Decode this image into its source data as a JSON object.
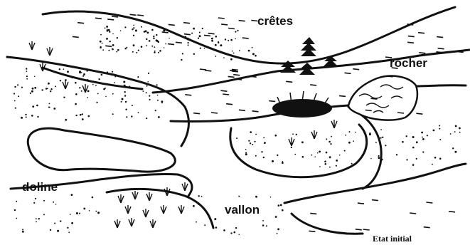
{
  "labels": {
    "cretes": "crêtes",
    "rocher": "rocher",
    "doline": "doline",
    "vallon": "vallon"
  },
  "caption": "Etat initial",
  "colors": {
    "ink": "#111111",
    "paper": "#ffffff"
  }
}
